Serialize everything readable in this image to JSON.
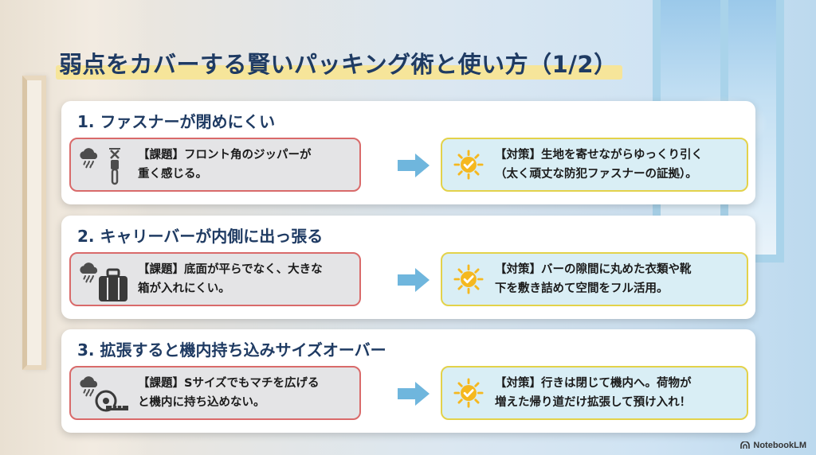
{
  "title": "弱点をカバーする賢いパッキング術と使い方（1/2）",
  "colors": {
    "heading": "#1f3b63",
    "title_highlight": "#f6e59a",
    "problem_border": "#d96a6a",
    "solution_border": "#e3d24a",
    "arrow": "#6fb6dd",
    "sun": "#f5b81f"
  },
  "sections": [
    {
      "heading": "1. ファスナーが閉めにくい",
      "problem": {
        "icons": [
          "rain-cloud-icon",
          "zipper-icon"
        ],
        "line1": "【課題】フロント角のジッパーが",
        "line2": "重く感じる。"
      },
      "solution": {
        "icon": "sun-check-icon",
        "line1": "【対策】生地を寄せながらゆっくり引く",
        "line2": "（太く頑丈な防犯ファスナーの証拠）。"
      }
    },
    {
      "heading": "2. キャリーバーが内側に出っ張る",
      "problem": {
        "icons": [
          "rain-cloud-icon",
          "suitcase-icon"
        ],
        "line1": "【課題】底面が平らでなく、大きな",
        "line2": "箱が入れにくい。"
      },
      "solution": {
        "icon": "sun-check-icon",
        "line1": "【対策】バーの隙間に丸めた衣類や靴",
        "line2": "下を敷き詰めて空間をフル活用。"
      }
    },
    {
      "heading": "3. 拡張すると機内持ち込みサイズオーバー",
      "problem": {
        "icons": [
          "rain-cloud-icon",
          "measuring-tape-icon"
        ],
        "line1": "【課題】Sサイズでもマチを広げる",
        "line2": "と機内に持ち込めない。"
      },
      "solution": {
        "icon": "sun-check-icon",
        "line1": "【対策】行きは閉じて機内へ。荷物が",
        "line2": "増えた帰り道だけ拡張して預け入れ！"
      }
    }
  ],
  "watermark": "NotebookLM"
}
